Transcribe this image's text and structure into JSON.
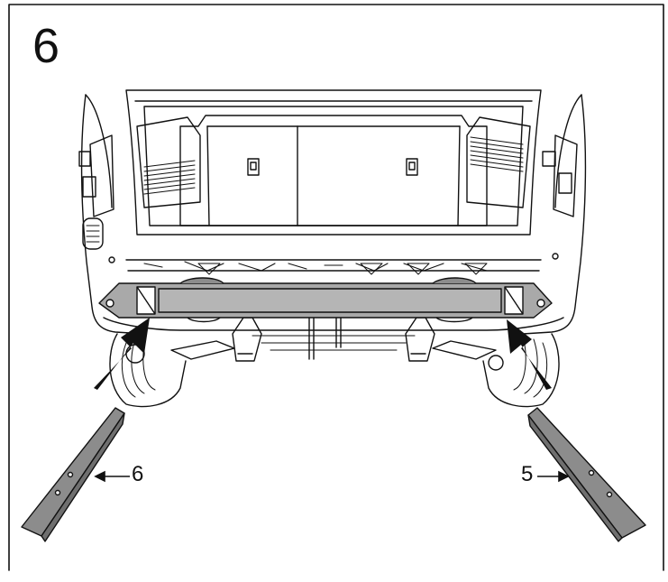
{
  "step": {
    "number": "6"
  },
  "parts": [
    {
      "label": "6",
      "side": "left"
    },
    {
      "label": "5",
      "side": "right"
    }
  ],
  "colors": {
    "line": "#111111",
    "part_fill": "#a9a9a9",
    "part_fill_dark": "#7f7f7f",
    "background": "#ffffff"
  }
}
